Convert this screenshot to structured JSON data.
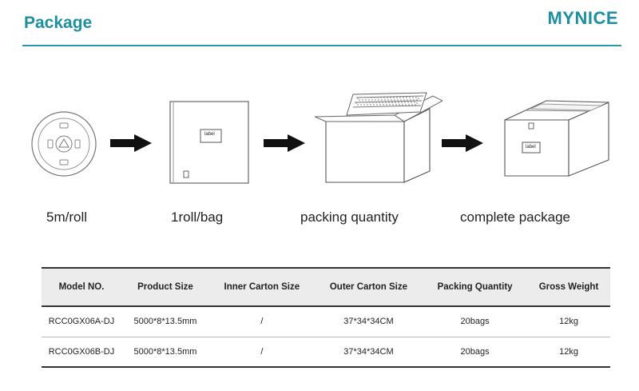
{
  "header": {
    "title": "Package",
    "brand": "MYNICE"
  },
  "steps": [
    {
      "caption": "5m/roll"
    },
    {
      "caption": "1roll/bag",
      "label_text": "label"
    },
    {
      "caption": "packing quantity"
    },
    {
      "caption": "complete package",
      "label_text": "label"
    }
  ],
  "table": {
    "headers": [
      "Model NO.",
      "Product Size",
      "Inner Carton Size",
      "Outer Carton Size",
      "Packing Quantity",
      "Gross Weight"
    ],
    "rows": [
      [
        "RCC0GX06A-DJ",
        "5000*8*13.5mm",
        "/",
        "37*34*34CM",
        "20bags",
        "12kg"
      ],
      [
        "RCC0GX06B-DJ",
        "5000*8*13.5mm",
        "/",
        "37*34*34CM",
        "20bags",
        "12kg"
      ]
    ]
  },
  "colors": {
    "accent": "#1e8fa0"
  }
}
